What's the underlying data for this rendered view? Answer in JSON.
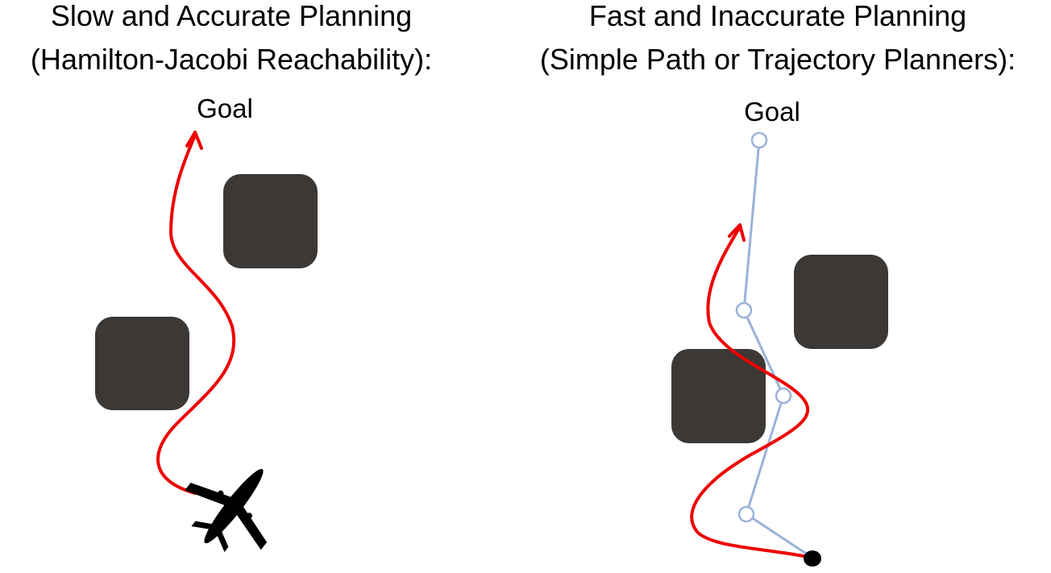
{
  "panels": {
    "left": {
      "title_line1": "Slow and Accurate Planning",
      "title_line2": "(Hamilton-Jacobi Reachability):",
      "goal_label": "Goal"
    },
    "right": {
      "title_line1": "Fast and Inaccurate Planning",
      "title_line2": "(Simple Path or Trajectory Planners):",
      "goal_label": "Goal"
    }
  },
  "colors": {
    "trajectory": "#ee0000",
    "obstacle": "#3b3836",
    "planned_path": "#9ab2d9",
    "vehicle": "#000000",
    "text": "#000000"
  },
  "icons": {
    "vehicle_left": "airplane-icon",
    "vehicle_right": "dot-marker"
  }
}
